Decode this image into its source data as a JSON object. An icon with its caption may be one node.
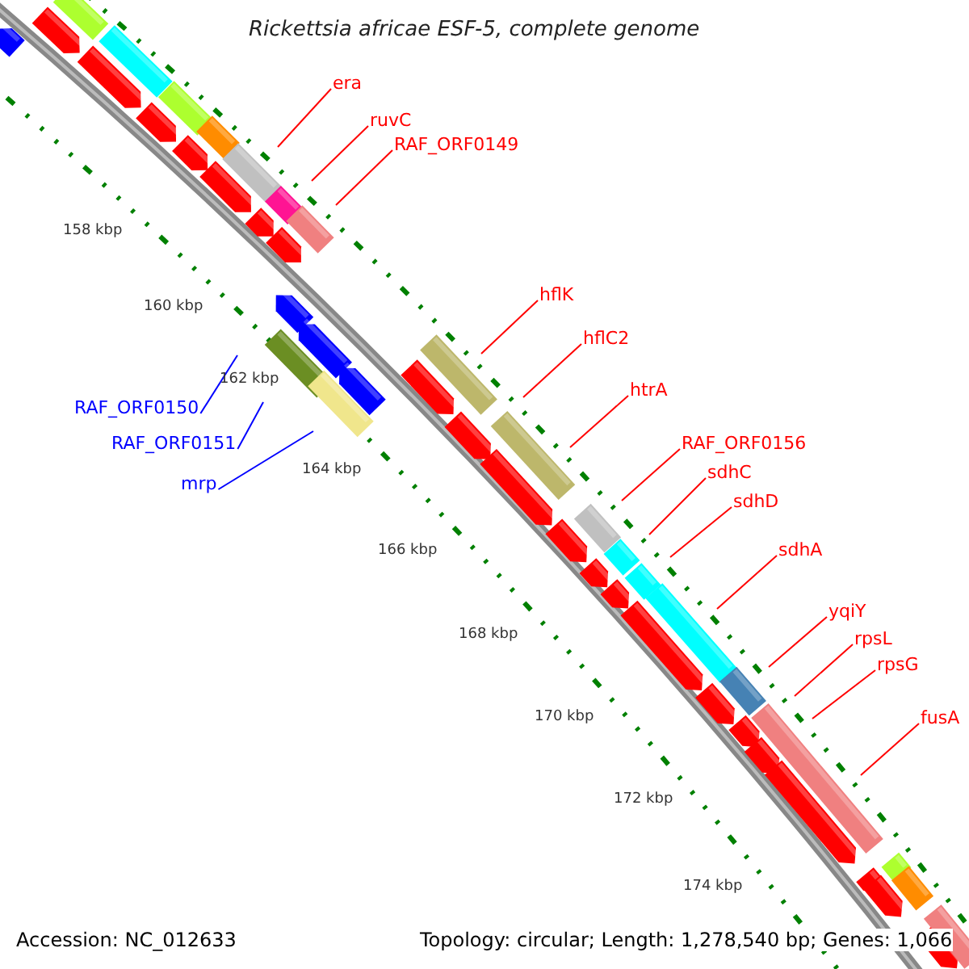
{
  "diagram": {
    "title": "Rickettsia africae ESF-5, complete genome",
    "nodes": [
      {
        "text": [
          "era"
        ]
      },
      {
        "text": [
          "ruvC"
        ]
      },
      {
        "text": [
          "RAF_ORF0149"
        ]
      },
      {
        "text": [
          "hflK"
        ]
      },
      {
        "text": [
          "hflC2"
        ]
      },
      {
        "text": [
          "htrA"
        ]
      },
      {
        "text": [
          "RAF_ORF0156"
        ]
      },
      {
        "text": [
          "sdhC"
        ]
      },
      {
        "text": [
          "sdhD"
        ]
      },
      {
        "text": [
          "sdhA"
        ]
      },
      {
        "text": [
          "yqiY"
        ]
      },
      {
        "text": [
          "rpsL"
        ]
      },
      {
        "text": [
          "rpsG"
        ]
      },
      {
        "text": [
          "fusA"
        ]
      },
      {
        "text": [
          "RAF_ORF0150"
        ]
      },
      {
        "text": [
          "RAF_ORF0151"
        ]
      },
      {
        "text": [
          "mrp"
        ]
      }
    ],
    "edges": [
      {
        "from": 0,
        "to": null,
        "arrow": "none"
      },
      {
        "from": 1,
        "to": null,
        "arrow": "none"
      },
      {
        "from": 2,
        "to": null,
        "arrow": "none"
      },
      {
        "from": 3,
        "to": null,
        "arrow": "none"
      },
      {
        "from": 4,
        "to": null,
        "arrow": "none"
      },
      {
        "from": 5,
        "to": null,
        "arrow": "none"
      },
      {
        "from": 6,
        "to": null,
        "arrow": "none"
      },
      {
        "from": 7,
        "to": null,
        "arrow": "none"
      },
      {
        "from": 8,
        "to": null,
        "arrow": "none"
      },
      {
        "from": 9,
        "to": null,
        "arrow": "none"
      },
      {
        "from": 10,
        "to": null,
        "arrow": "none"
      },
      {
        "from": 11,
        "to": null,
        "arrow": "none"
      },
      {
        "from": 12,
        "to": null,
        "arrow": "none"
      },
      {
        "from": 13,
        "to": null,
        "arrow": "none"
      },
      {
        "from": 14,
        "to": null,
        "arrow": "none",
        "color": "#0000ff"
      },
      {
        "from": 15,
        "to": null,
        "arrow": "none",
        "color": "#0000ff"
      },
      {
        "from": 16,
        "to": null,
        "arrow": "none",
        "color": "#0000ff"
      }
    ],
    "labels": [
      "158 kbp",
      "160 kbp",
      "162 kbp",
      "164 kbp",
      "166 kbp",
      "168 kbp",
      "170 kbp",
      "172 kbp",
      "174 kbp",
      "Accession: NC_012633",
      "Topology: circular; Length: 1,278,540 bp; Genes: 1,066"
    ]
  }
}
